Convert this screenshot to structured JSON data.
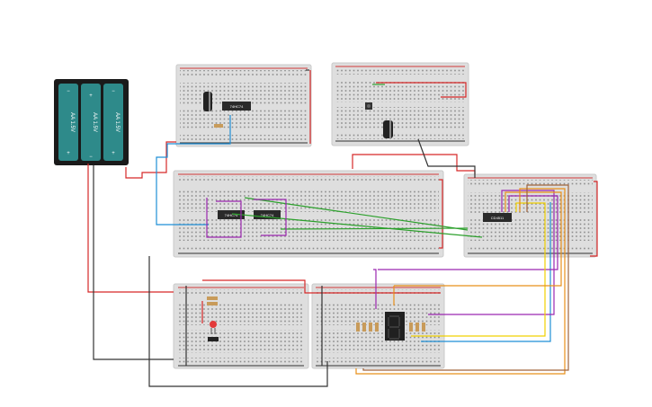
{
  "battery": {
    "cells": [
      {
        "label": "AA 1.5V",
        "top_sign": "−",
        "bottom_sign": "+"
      },
      {
        "label": "AA 1.5V",
        "top_sign": "+",
        "bottom_sign": "−"
      },
      {
        "label": "AA 1.5V",
        "top_sign": "−",
        "bottom_sign": "+"
      }
    ]
  },
  "chips": {
    "top_timer": "74HC74",
    "mid_left": "74HC74",
    "mid_right": "74HC74",
    "right_decoder": "CD4511"
  },
  "colors": {
    "breadboard": "#dedede",
    "rail_red": "#d23a3a",
    "battery_teal": "#2e8a8a",
    "wire_red": "#d62828",
    "wire_black": "#333333",
    "wire_green": "#2ca02c",
    "wire_blue": "#1f8fd6",
    "wire_purple": "#9b27b0",
    "wire_yellow": "#f0d000",
    "wire_orange": "#e8901a",
    "wire_brown": "#a0643c"
  },
  "icons": [
    "battery-pack-icon",
    "breadboard-icon",
    "ic-chip-icon",
    "capacitor-icon",
    "resistor-icon",
    "led-icon",
    "seven-segment-display-icon",
    "pushbutton-icon"
  ]
}
